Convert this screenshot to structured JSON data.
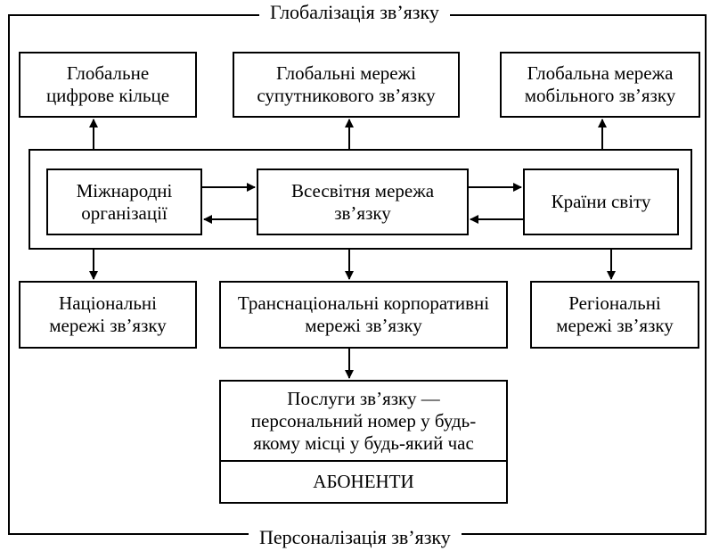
{
  "frame": {
    "top_label": "Глобалізація зв’язку",
    "bottom_label": "Персоналізація зв’язку"
  },
  "global": {
    "digital_ring": "Глобальне цифрове кільце",
    "satellite": "Глобальні мережі супутникового зв’язку",
    "mobile": "Глобальна мережа мобільного зв’язку"
  },
  "core": {
    "international_orgs": "Міжнародні організації",
    "worldwide_network": "Всесвітня мережа зв’язку",
    "countries": "Країни світу"
  },
  "lower": {
    "national": "Національні мережі зв’язку",
    "transnational": "Транснаціональні корпоративні мережі зв’язку",
    "regional": "Регіональні мережі зв’язку"
  },
  "services": {
    "description": "Послуги зв’язку — персональний номер у будь-якому місці у будь-який час",
    "subscribers": "АБОНЕНТИ"
  }
}
